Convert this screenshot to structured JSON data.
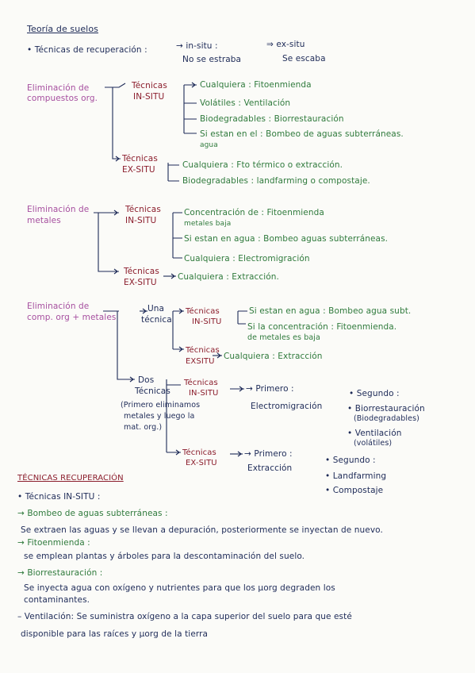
{
  "title": "Teoría de suelos",
  "intro": {
    "label": "• Técnicas de recuperación :",
    "insitu": "→ in-situ :",
    "insitu_note": "No se estraba",
    "exsitu": "⇒ ex-situ",
    "exsitu_note": "Se escaba"
  },
  "s1": {
    "label_1": "Eliminación de",
    "label_2": "compuestos org.",
    "insitu_1": "Técnicas",
    "insitu_2": "IN-SITU",
    "r1": "Cualquiera : Fitoenmienda",
    "r2": "Volátiles : Ventilación",
    "r3": "Biodegradables : Biorrestauración",
    "r4": "Si estan en el : Bombeo de aguas subterráneas.",
    "r4b": "agua",
    "exsitu_1": "Técnicas",
    "exsitu_2": "EX-SITU",
    "r5": "Cualquiera : Fto térmico o extracción.",
    "r6": "Biodegradables : landfarming o compostaje."
  },
  "s2": {
    "label_1": "Eliminación de",
    "label_2": "metales",
    "insitu_1": "Técnicas",
    "insitu_2": "IN-SITU",
    "r1": "Concentración de : Fitoenmienda",
    "r1b": "metales baja",
    "r2": "Si estan en agua : Bombeo aguas subterráneas.",
    "r3": "Cualquiera : Electromigración",
    "exsitu_1": "Técnicas",
    "exsitu_2": "EX-SITU",
    "r4": "Cualquiera : Extracción."
  },
  "s3": {
    "label_1": "Eliminación de",
    "label_2": "comp. org + metales",
    "una_1": "Una",
    "una_2": "técnica",
    "u_insitu_1": "Técnicas",
    "u_insitu_2": "IN-SITU",
    "u_r1": "Si estan en agua : Bombeo agua subt.",
    "u_r2": "Si la concentración : Fitoenmienda.",
    "u_r2b": "de metales es baja",
    "u_exsitu_1": "Técnicas",
    "u_exsitu_2": "EXSITU",
    "u_r3": "Cualquiera : Extracción",
    "dos_1": "Dos",
    "dos_2": "Técnicas",
    "dos_note_1": "(Primero eliminamos",
    "dos_note_2": "metales y luego la",
    "dos_note_3": "mat. org.)",
    "d_insitu_1": "Técnicas",
    "d_insitu_2": "IN-SITU",
    "d_primero": "→ Primero :",
    "d_primero_val": "Electromigración",
    "d_seg": "• Segundo :",
    "d_seg_1": "• Biorrestauración",
    "d_seg_2": "(Biodegradables)",
    "d_seg_3": "• Ventilación",
    "d_seg_4": "(volátiles)",
    "d_exsitu_1": "Técnicas",
    "d_exsitu_2": "EX-SITU",
    "d_ex_primero": "→ Primero :",
    "d_ex_primero_val": "Extracción",
    "d_ex_seg": "• Segundo :",
    "d_ex_seg_1": "• Landfarming",
    "d_ex_seg_2": "• Compostaje"
  },
  "section2": {
    "heading": "TÉCNICAS RECUPERACIÓN",
    "sub": "• Técnicas IN-SITU :",
    "i1": "→ Bombeo de aguas subterráneas :",
    "i1_text": "Se extraen las aguas y se llevan a depuración, posteriormente se inyectan de nuevo.",
    "i2": "→ Fitoenmienda :",
    "i2_text": "se emplean plantas y árboles para la descontaminación del suelo.",
    "i3": "→ Biorrestauración :",
    "i3_text_1": "Se inyecta agua con oxígeno y nutrientes para que los μorg degraden los",
    "i3_text_2": "contaminantes.",
    "i4_1": "– Ventilación: Se suministra oxígeno a la capa superior del suelo para que esté",
    "i4_2": "disponible para las raíces y μorg de la tierra"
  }
}
